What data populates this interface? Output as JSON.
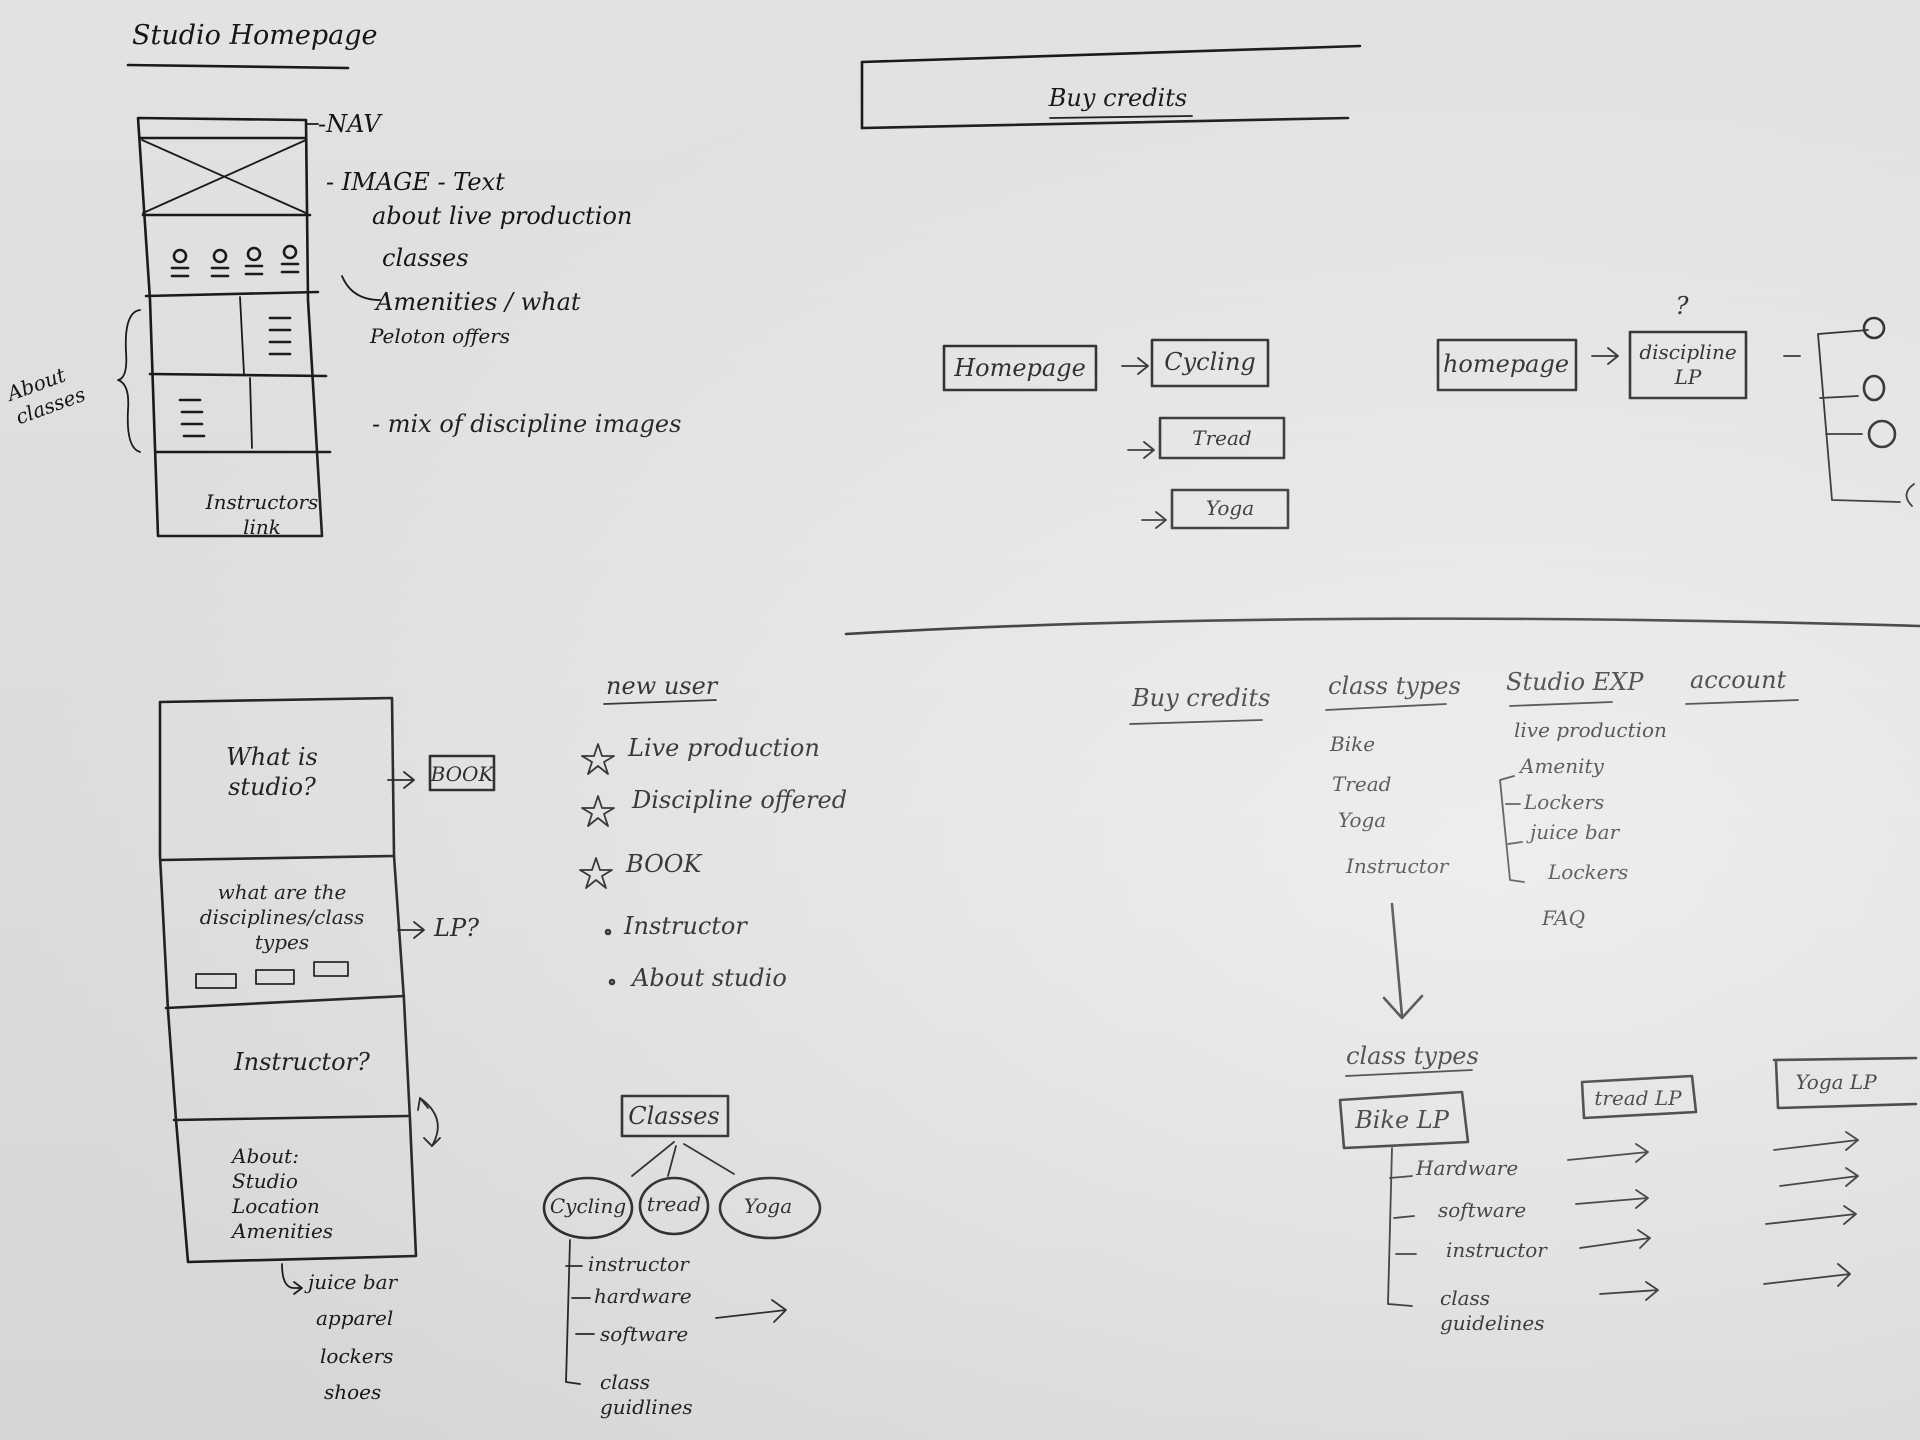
{
  "sketch_title": "Studio Homepage",
  "wireframe_homepage": {
    "nav_label": "-NAV",
    "image_note": "- IMAGE - Text",
    "about_live_production": "about live production",
    "classes": "classes",
    "amenities_note": "Amenities / what",
    "peloton_offers": "Peloton offers",
    "about_classes": "About classes",
    "mix_images": "- mix of discipline images",
    "instructors_block": "Instructors\nlink"
  },
  "buy_credits_banner": "Buy credits",
  "flow_a": {
    "start": "Homepage",
    "targets": [
      "Cycling",
      "Tread",
      "Yoga"
    ]
  },
  "flow_b": {
    "start": "homepage",
    "target": "discipline LP",
    "question": "?"
  },
  "wireframe_new_user": {
    "sections": [
      "What is studio?",
      "what are the disciplines/class types",
      "Instructor?",
      "About:\nStudio\nLocation\nAmenities"
    ],
    "book_label": "BOOK",
    "lp_label": "LP?",
    "amenities_sub": [
      "juice bar",
      "apparel",
      "lockers",
      "shoes"
    ]
  },
  "new_user_list": {
    "heading": "new user",
    "items": [
      "Live production",
      "Discipline offered",
      "BOOK",
      "Instructor",
      "About studio"
    ]
  },
  "classes_tree": {
    "root": "Classes",
    "children": [
      "Cycling",
      "tread",
      "Yoga"
    ],
    "sub_items": [
      "instructor",
      "hardware",
      "software",
      "class\nguidlines"
    ]
  },
  "nav_menu": {
    "columns": [
      "Buy credits",
      "class types",
      "Studio EXP",
      "account"
    ],
    "class_types_items": [
      "Bike",
      "Tread",
      "Yoga",
      "Instructor"
    ],
    "studio_exp_items": [
      "live production",
      "Amenity",
      "Lockers",
      "juice bar",
      "Lockers",
      "FAQ"
    ]
  },
  "class_types_lp": {
    "heading": "class types",
    "boxes": [
      "Bike LP",
      "tread LP",
      "Yoga LP"
    ],
    "items": [
      "Hardware",
      "software",
      "instructor",
      "class\nguidelines"
    ]
  }
}
